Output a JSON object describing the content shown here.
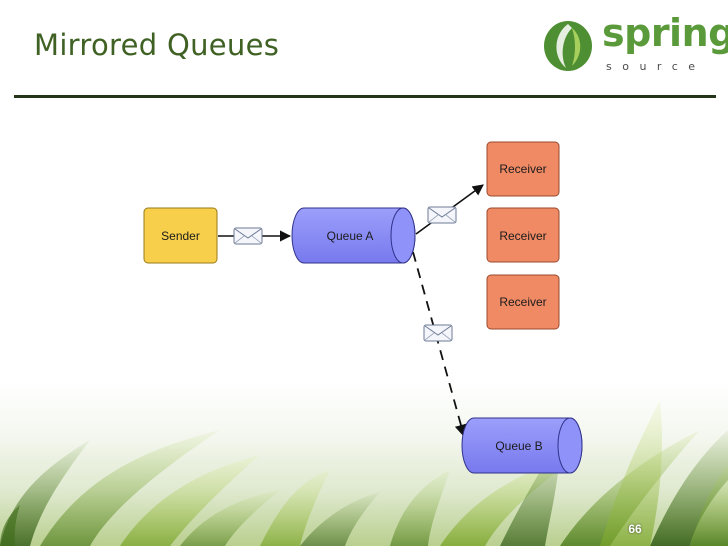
{
  "slide": {
    "title": "Mirrored Queues",
    "page_number": "66"
  },
  "logo": {
    "word": "spring",
    "sub": "source",
    "icon": "leaf-icon"
  },
  "diagram": {
    "nodes": {
      "sender": "Sender",
      "queue_a": "Queue A",
      "queue_b": "Queue B",
      "receivers": [
        "Receiver",
        "Receiver",
        "Receiver"
      ]
    },
    "icons": [
      "envelope-icon",
      "envelope-icon",
      "envelope-icon"
    ]
  },
  "colors": {
    "title": "#3f6124",
    "sender": "#f7cf4a",
    "queue": "#8a8cf6",
    "receiver": "#ef8a65",
    "logo_green": "#5a9a3a"
  }
}
